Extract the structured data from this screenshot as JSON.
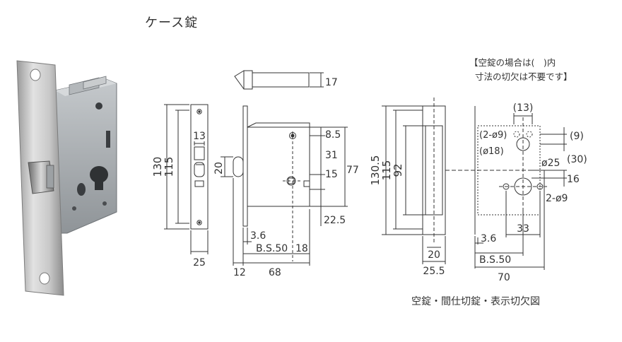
{
  "title": "ケース錠",
  "note": {
    "line1": "【空錠の場合は(　)内",
    "line2": "寸法の切欠は不要です】"
  },
  "caption": "空錠・間仕切錠・表示切欠図",
  "front_view": {
    "height_outer": "130",
    "height_inner": "115",
    "slot_width": "13",
    "width": "25"
  },
  "side_view": {
    "latch_length": "17",
    "latch_height": "20",
    "dim_top": "8.5",
    "dim_31": "31",
    "dim_15": "15",
    "dim_77": "77",
    "dim_bottom": "22.5",
    "front_thickness": "3.6",
    "backset": "B.S.50",
    "dim_18": "18",
    "face_thickness": "12",
    "case_depth": "68"
  },
  "cutout_view": {
    "height_outer": "130.5",
    "height_mid": "115",
    "height_inner": "92",
    "dim_13": "(13)",
    "hole_small": "(2-ø9)",
    "hole_big": "(ø18)",
    "dim_9": "(9)",
    "dim_25": "ø25",
    "dim_30": "(30)",
    "dim_16": "16",
    "holes": "2-ø9",
    "dim_33": "33",
    "front_thickness": "3.6",
    "cut_width": "20",
    "plate_width": "25.5",
    "backset": "B.S.50",
    "total_depth": "70"
  }
}
